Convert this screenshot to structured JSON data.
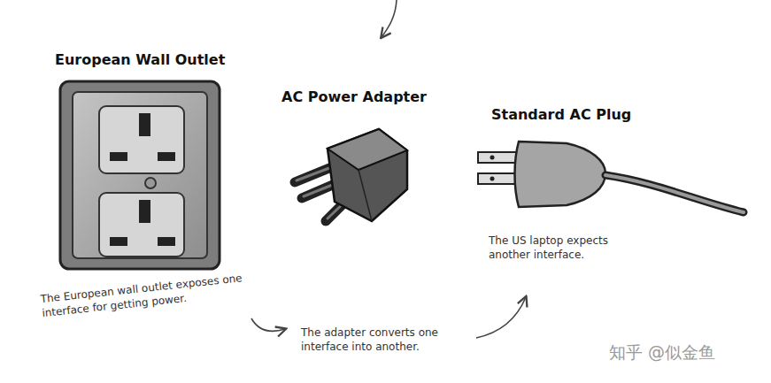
{
  "diagram": {
    "nodes": [
      {
        "text": [
          "European Wall Outlet"
        ]
      },
      {
        "text": [
          "AC Power Adapter"
        ]
      },
      {
        "text": [
          "Standard AC Plug"
        ]
      }
    ],
    "labels": [
      "The European wall outlet exposes one interface for getting power.",
      "The adapter converts one interface into another.",
      "The US laptop expects another interface.",
      "知乎 @似金鱼"
    ]
  }
}
